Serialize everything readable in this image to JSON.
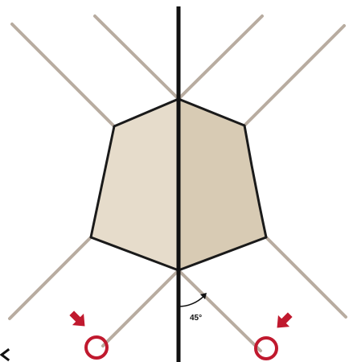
{
  "diagram": {
    "angle_label": "45°",
    "colors": {
      "background": "#ffffff",
      "crease_lines": "#b8aca0",
      "center_line": "#111111",
      "hexagon_outline": "#1a1a1a",
      "hexagon_fill_left": "#e6dccb",
      "hexagon_fill_right": "#d8cbb4",
      "markers": "#c0192e",
      "angle_label": "#111111"
    },
    "markers": [
      {
        "name": "left-fold-point",
        "shape": "circle-with-arrow"
      },
      {
        "name": "right-fold-point",
        "shape": "circle-with-arrow"
      }
    ],
    "icons": [
      "arrow-down-right-icon",
      "arrow-down-left-icon",
      "chevron-left-icon"
    ]
  }
}
